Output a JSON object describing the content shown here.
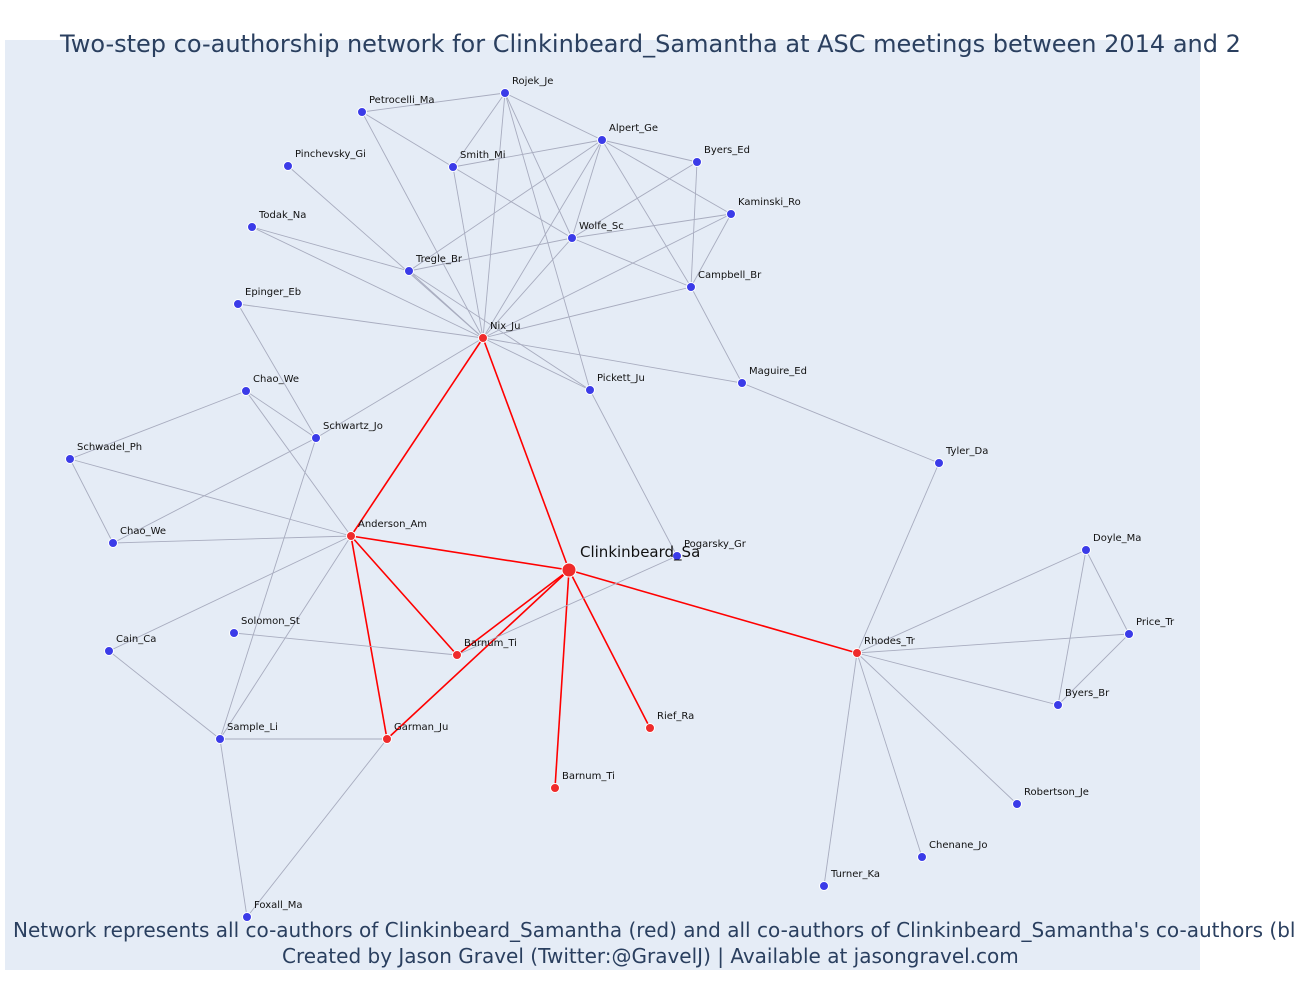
{
  "title": "Two-step co-authorship network for Clinkinbeard_Samantha at ASC meetings between 2014 and 2",
  "footer": {
    "line1": "Network represents all co-authors of Clinkinbeard_Samantha (red) and all co-authors of Clinkinbeard_Samantha's co-authors (bl",
    "line2": "Created by Jason Gravel (Twitter:@GravelJ) | Available at jasongravel.com"
  },
  "colors": {
    "background": "#e5ecf6",
    "coauthor": "#ef2b2b",
    "second_step": "#3b3be8",
    "ego_edge": "#ff0000",
    "other_edge": "#a8acbf"
  },
  "nodes": [
    {
      "id": "clinkinbeard",
      "label": "Clinkinbeard_Sa",
      "group": "ego"
    },
    {
      "id": "nix",
      "label": "Nix_Ju",
      "group": "coauthor"
    },
    {
      "id": "anderson",
      "label": "Anderson_Am",
      "group": "coauthor"
    },
    {
      "id": "barnum1",
      "label": "Barnum_Ti",
      "group": "coauthor"
    },
    {
      "id": "barnum2",
      "label": "Barnum_Ti",
      "group": "coauthor"
    },
    {
      "id": "garman",
      "label": "Garman_Ju",
      "group": "coauthor"
    },
    {
      "id": "rief",
      "label": "Rief_Ra",
      "group": "coauthor"
    },
    {
      "id": "rhodes",
      "label": "Rhodes_Tr",
      "group": "coauthor"
    },
    {
      "id": "rojek",
      "label": "Rojek_Je",
      "group": "second"
    },
    {
      "id": "petrocelli",
      "label": "Petrocelli_Ma",
      "group": "second"
    },
    {
      "id": "alpert",
      "label": "Alpert_Ge",
      "group": "second"
    },
    {
      "id": "pinchevsky",
      "label": "Pinchevsky_Gi",
      "group": "second"
    },
    {
      "id": "smith",
      "label": "Smith_Mi",
      "group": "second"
    },
    {
      "id": "byers_ed",
      "label": "Byers_Ed",
      "group": "second"
    },
    {
      "id": "kaminski",
      "label": "Kaminski_Ro",
      "group": "second"
    },
    {
      "id": "todak",
      "label": "Todak_Na",
      "group": "second"
    },
    {
      "id": "wolfe",
      "label": "Wolfe_Sc",
      "group": "second"
    },
    {
      "id": "tregle",
      "label": "Tregle_Br",
      "group": "second"
    },
    {
      "id": "campbell",
      "label": "Campbell_Br",
      "group": "second"
    },
    {
      "id": "epinger",
      "label": "Epinger_Eb",
      "group": "second"
    },
    {
      "id": "chao1",
      "label": "Chao_We",
      "group": "second"
    },
    {
      "id": "pickett",
      "label": "Pickett_Ju",
      "group": "second"
    },
    {
      "id": "maguire",
      "label": "Maguire_Ed",
      "group": "second"
    },
    {
      "id": "schwartz",
      "label": "Schwartz_Jo",
      "group": "second"
    },
    {
      "id": "schwadel",
      "label": "Schwadel_Ph",
      "group": "second"
    },
    {
      "id": "tyler",
      "label": "Tyler_Da",
      "group": "second"
    },
    {
      "id": "chao2",
      "label": "Chao_We",
      "group": "second"
    },
    {
      "id": "pogarsky",
      "label": "Pogarsky_Gr",
      "group": "second"
    },
    {
      "id": "doyle",
      "label": "Doyle_Ma",
      "group": "second"
    },
    {
      "id": "solomon",
      "label": "Solomon_St",
      "group": "second"
    },
    {
      "id": "cain",
      "label": "Cain_Ca",
      "group": "second"
    },
    {
      "id": "price",
      "label": "Price_Tr",
      "group": "second"
    },
    {
      "id": "byers_br",
      "label": "Byers_Br",
      "group": "second"
    },
    {
      "id": "sample",
      "label": "Sample_Li",
      "group": "second"
    },
    {
      "id": "robertson",
      "label": "Robertson_Je",
      "group": "second"
    },
    {
      "id": "chenane",
      "label": "Chenane_Jo",
      "group": "second"
    },
    {
      "id": "turner",
      "label": "Turner_Ka",
      "group": "second"
    },
    {
      "id": "foxall",
      "label": "Foxall_Ma",
      "group": "second"
    }
  ],
  "edges": [
    [
      "clinkinbeard",
      "nix"
    ],
    [
      "clinkinbeard",
      "anderson"
    ],
    [
      "clinkinbeard",
      "barnum1"
    ],
    [
      "clinkinbeard",
      "garman"
    ],
    [
      "clinkinbeard",
      "barnum2"
    ],
    [
      "clinkinbeard",
      "rief"
    ],
    [
      "clinkinbeard",
      "rhodes"
    ],
    [
      "nix",
      "anderson"
    ],
    [
      "anderson",
      "barnum1"
    ],
    [
      "anderson",
      "garman"
    ],
    [
      "rojek",
      "petrocelli"
    ],
    [
      "rojek",
      "smith"
    ],
    [
      "rojek",
      "alpert"
    ],
    [
      "rojek",
      "nix"
    ],
    [
      "rojek",
      "wolfe"
    ],
    [
      "rojek",
      "pickett"
    ],
    [
      "petrocelli",
      "smith"
    ],
    [
      "petrocelli",
      "nix"
    ],
    [
      "alpert",
      "smith"
    ],
    [
      "alpert",
      "byers_ed"
    ],
    [
      "alpert",
      "kaminski"
    ],
    [
      "alpert",
      "wolfe"
    ],
    [
      "alpert",
      "campbell"
    ],
    [
      "alpert",
      "nix"
    ],
    [
      "alpert",
      "tregle"
    ],
    [
      "smith",
      "wolfe"
    ],
    [
      "smith",
      "nix"
    ],
    [
      "byers_ed",
      "campbell"
    ],
    [
      "byers_ed",
      "wolfe"
    ],
    [
      "kaminski",
      "campbell"
    ],
    [
      "kaminski",
      "wolfe"
    ],
    [
      "kaminski",
      "nix"
    ],
    [
      "wolfe",
      "tregle"
    ],
    [
      "wolfe",
      "campbell"
    ],
    [
      "wolfe",
      "nix"
    ],
    [
      "campbell",
      "nix"
    ],
    [
      "campbell",
      "maguire"
    ],
    [
      "pinchevsky",
      "nix"
    ],
    [
      "todak",
      "tregle"
    ],
    [
      "todak",
      "nix"
    ],
    [
      "tregle",
      "nix"
    ],
    [
      "tregle",
      "pickett"
    ],
    [
      "epinger",
      "nix"
    ],
    [
      "epinger",
      "schwartz"
    ],
    [
      "nix",
      "pickett"
    ],
    [
      "nix",
      "maguire"
    ],
    [
      "nix",
      "schwartz"
    ],
    [
      "pickett",
      "pogarsky"
    ],
    [
      "maguire",
      "tyler"
    ],
    [
      "chao1",
      "schwadel"
    ],
    [
      "chao1",
      "schwartz"
    ],
    [
      "chao1",
      "anderson"
    ],
    [
      "schwartz",
      "chao2"
    ],
    [
      "schwartz",
      "sample"
    ],
    [
      "schwadel",
      "chao2"
    ],
    [
      "schwadel",
      "anderson"
    ],
    [
      "chao2",
      "anderson"
    ],
    [
      "anderson",
      "cain"
    ],
    [
      "anderson",
      "sample"
    ],
    [
      "solomon",
      "barnum1"
    ],
    [
      "barnum1",
      "pogarsky"
    ],
    [
      "cain",
      "sample"
    ],
    [
      "sample",
      "garman"
    ],
    [
      "sample",
      "foxall"
    ],
    [
      "garman",
      "foxall"
    ],
    [
      "tyler",
      "rhodes"
    ],
    [
      "rhodes",
      "doyle"
    ],
    [
      "rhodes",
      "price"
    ],
    [
      "rhodes",
      "byers_br"
    ],
    [
      "rhodes",
      "robertson"
    ],
    [
      "rhodes",
      "chenane"
    ],
    [
      "rhodes",
      "turner"
    ],
    [
      "doyle",
      "price"
    ],
    [
      "doyle",
      "byers_br"
    ],
    [
      "price",
      "byers_br"
    ]
  ]
}
